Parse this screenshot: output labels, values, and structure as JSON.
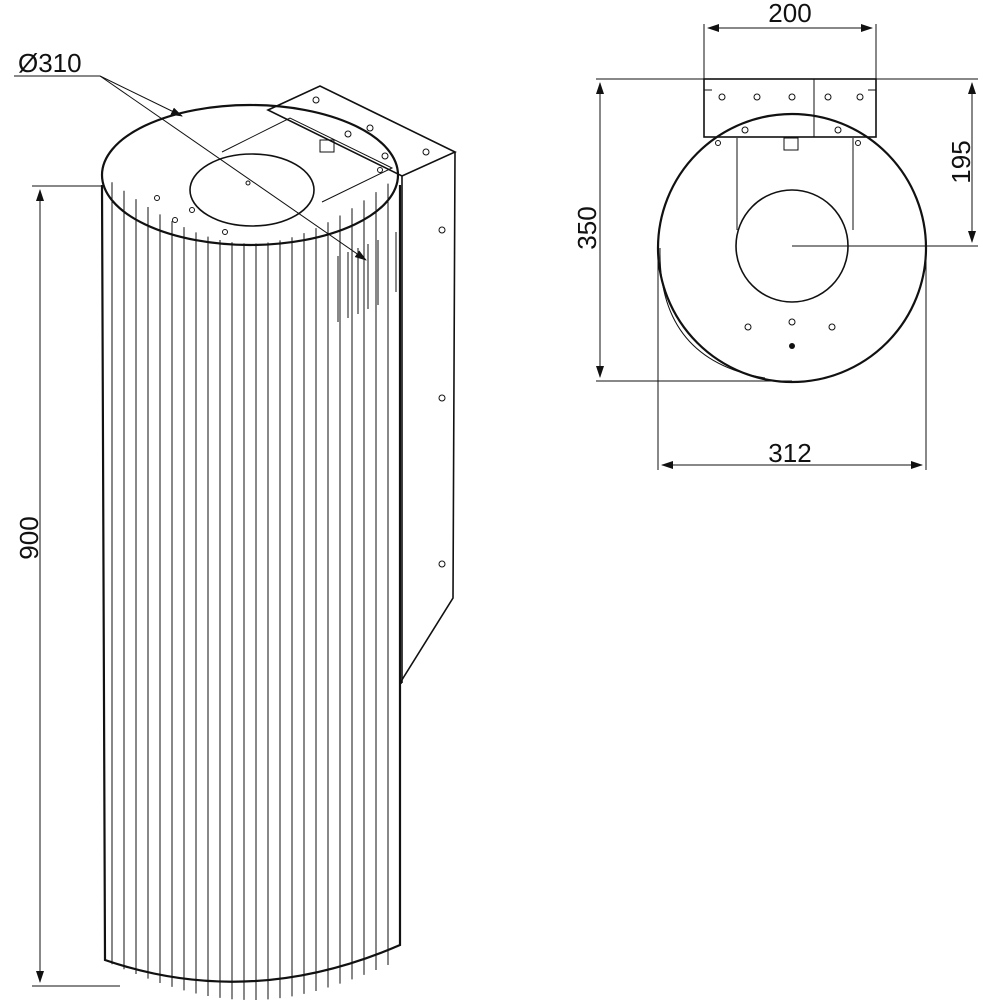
{
  "dimensions": {
    "diameter": "Ø310",
    "height": "900",
    "bracket_width": "200",
    "depth": "350",
    "outlet_offset": "195",
    "body_width": "312"
  },
  "colors": {
    "line": "#111111",
    "background": "#ffffff"
  }
}
